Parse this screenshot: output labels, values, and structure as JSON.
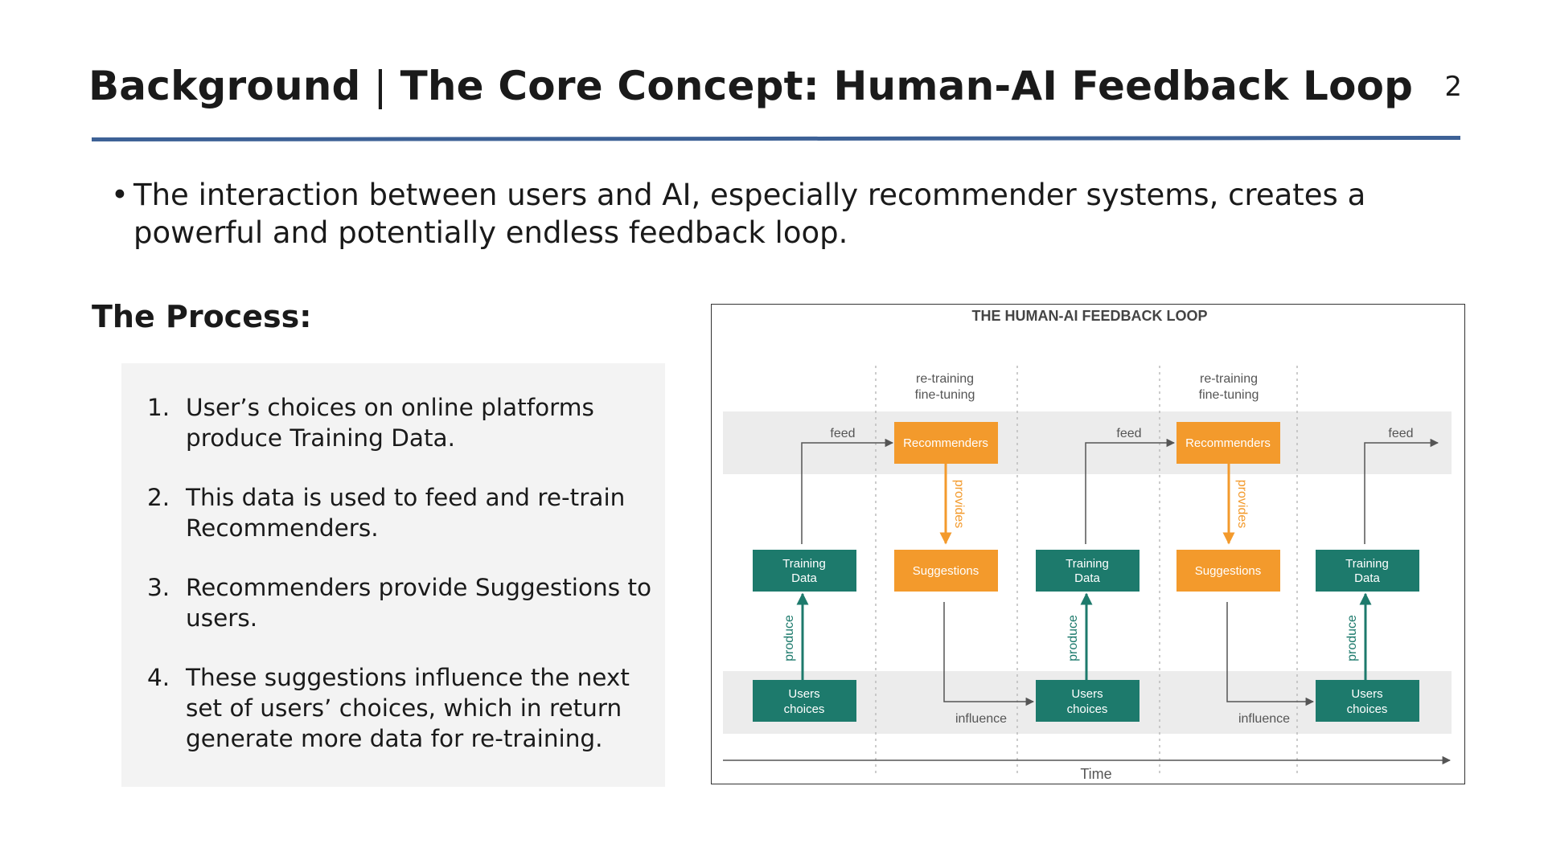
{
  "slide": {
    "title_part1": "Background",
    "title_separator": "|",
    "title_part2": "The Core Concept: Human-AI Feedback Loop",
    "page_number": "2",
    "accent_color": "#3d6196"
  },
  "bullet": {
    "text": "The interaction between users and AI, especially recommender systems, creates a powerful and potentially endless feedback loop."
  },
  "process": {
    "heading": "The Process:",
    "steps": [
      {
        "number": "1.",
        "text": "User’s choices on online platforms produce Training Data."
      },
      {
        "number": "2.",
        "text": "This data is used to feed and re-train Recommenders."
      },
      {
        "number": "3.",
        "text": "Recommenders provide Suggestions to users."
      },
      {
        "number": "4.",
        "text": "These suggestions influence the next set of users’ choices, which in return generate more data for re-training."
      }
    ]
  },
  "diagram": {
    "title": "THE HUMAN-AI FEEDBACK LOOP",
    "colors": {
      "teal": "#1d7a6c",
      "orange": "#f39a2c",
      "band": "#ececec",
      "line": "#555555"
    },
    "retrain_labels": [
      {
        "line1": "re-training",
        "line2": "fine-tuning"
      },
      {
        "line1": "re-training",
        "line2": "fine-tuning"
      }
    ],
    "recommenders": [
      "Recommenders",
      "Recommenders"
    ],
    "suggestions": [
      "Suggestions",
      "Suggestions"
    ],
    "training_data": [
      {
        "line1": "Training",
        "line2": "Data"
      },
      {
        "line1": "Training",
        "line2": "Data"
      },
      {
        "line1": "Training",
        "line2": "Data"
      }
    ],
    "users_choices": [
      {
        "line1": "Users",
        "line2": "choices"
      },
      {
        "line1": "Users",
        "line2": "choices"
      },
      {
        "line1": "Users",
        "line2": "choices"
      }
    ],
    "feed_labels": [
      "feed",
      "feed",
      "feed"
    ],
    "provides_labels": [
      "provides",
      "provides"
    ],
    "produce_labels": [
      "produce",
      "produce",
      "produce"
    ],
    "influence_labels": [
      "influence",
      "influence"
    ],
    "time_label": "Time"
  }
}
